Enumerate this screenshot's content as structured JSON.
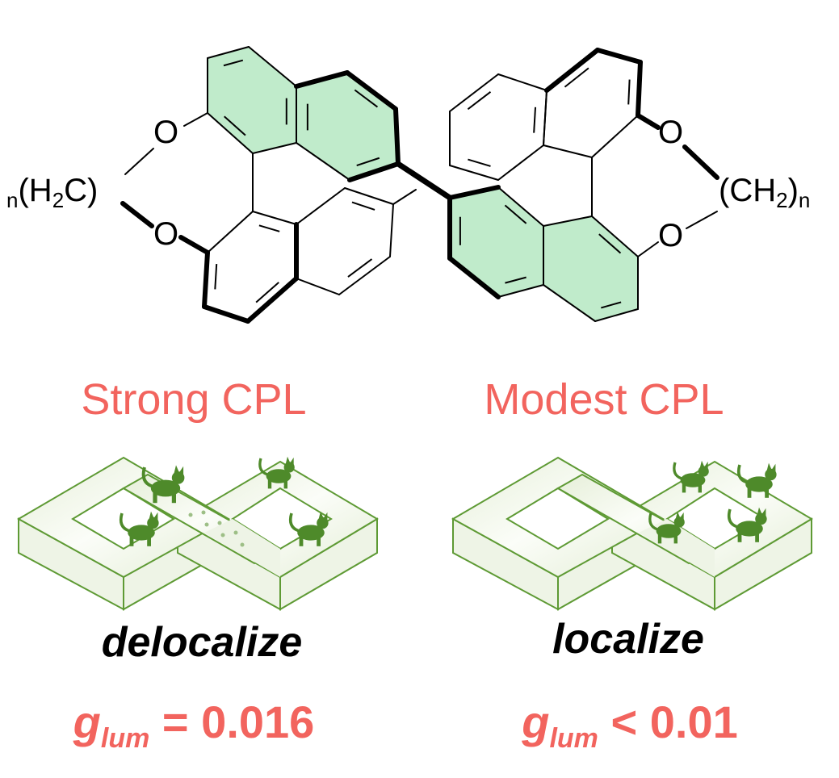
{
  "molecule": {
    "left_group": {
      "prefix": "n",
      "open": "(H",
      "sub": "2",
      "close": "C)"
    },
    "right_group": {
      "open": "(CH",
      "sub": "2",
      "close": ")",
      "suffix": "n"
    },
    "oxygen": "O",
    "highlight_color": "#C0EBCB"
  },
  "left_panel": {
    "title": "Strong CPL",
    "behavior": "delocalize",
    "g_symbol": "g",
    "g_sub": "lum",
    "g_relation": "= 0.016"
  },
  "right_panel": {
    "title": "Modest CPL",
    "behavior": "localize",
    "g_symbol": "g",
    "g_sub": "lum",
    "g_relation": "< 0.01"
  },
  "colors": {
    "accent_red": "#F2645E",
    "cat_green": "#4E8A2A",
    "loop_line": "#5E9A34"
  }
}
